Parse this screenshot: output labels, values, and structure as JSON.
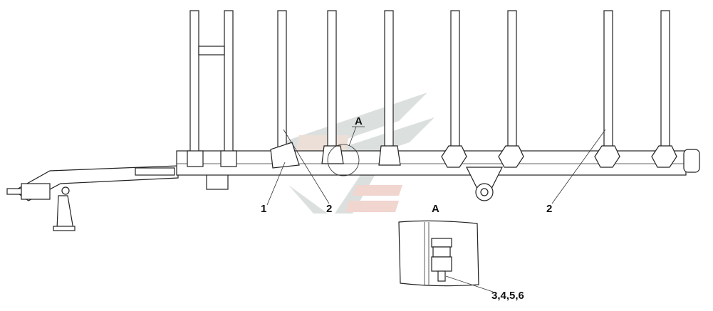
{
  "drawing": {
    "callouts": {
      "part_1": "1",
      "part_2_left": "2",
      "part_2_right": "2",
      "detail_marker": "A",
      "detail_title": "A",
      "detail_parts": "3,4,5,6"
    },
    "watermark": "logo"
  }
}
